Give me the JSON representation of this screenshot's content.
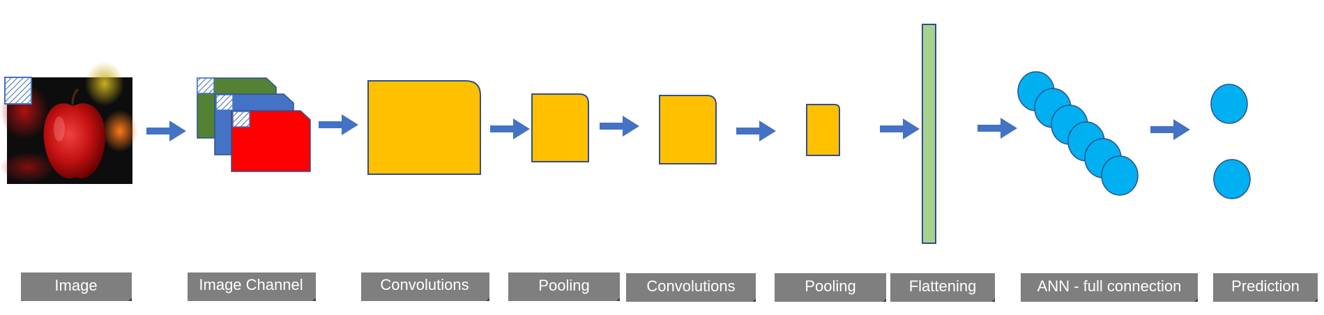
{
  "labels": [
    "Image",
    "Image Channel",
    "Convolutions",
    "Pooling",
    "Convolutions",
    "Pooling",
    "Flattening",
    "ANN - full connection",
    "Prediction"
  ],
  "colors": {
    "arrow": "#4472C4",
    "feature_map": "#FFC000",
    "feature_map_border": "#2F4F8F",
    "flatten_bar": "#A9D18E",
    "neuron": "#00B0F0",
    "label_bg": "#7F7F7F",
    "label_text": "#FFFFFF",
    "channel_green": "#548235",
    "channel_blue": "#4472C4",
    "channel_red": "#FF0000",
    "filter_hatch": "#4472C4"
  },
  "icons": {
    "input_image": "red-apple-photo",
    "filter": "hatched-filter-square-icon"
  }
}
